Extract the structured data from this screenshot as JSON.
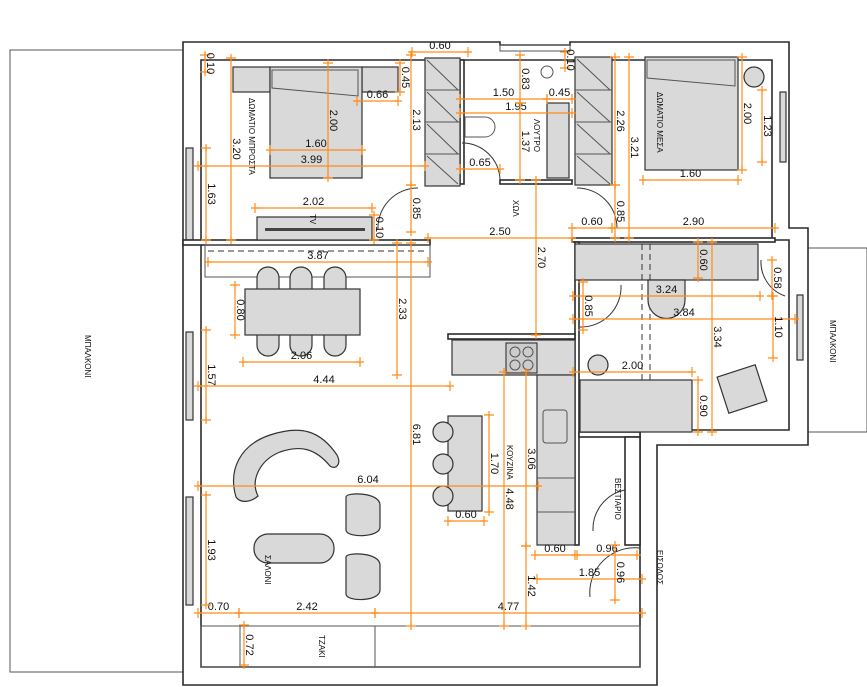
{
  "rooms": {
    "front_bedroom": "ΔΩΜΑΤΙΟ ΜΠΡΟΣΤΑ",
    "inner_bedroom": "ΔΩΜΑΤΙΟ ΜΕΣΑ",
    "bathroom": "ΛΟΥΤΡΟ",
    "hall": "ΧΩΛ",
    "kitchen": "ΚΟΥΖΙΝΑ",
    "living_room": "ΣΑΛΟΝΙ",
    "fireplace": "ΤΖΑΚΙ",
    "wardrobe_room": "ΒΕΣΤΙΑΡΙΟ",
    "entrance": "ΕΙΣΟΔΟΣ",
    "balcony_left": "ΜΠΑΛΚΟΝΙ",
    "balcony_right": "ΜΠΑΛΚΟΝΙ",
    "tv": "TV"
  },
  "colors": {
    "dimension": "#ff8c1a",
    "furniture": "#d9d9d9",
    "wall": "#2b2b2b"
  },
  "dimensions": [
    "0.60",
    "0.66",
    "1.50",
    "0.45",
    "1.95",
    "1.60",
    "3.99",
    "0.65",
    "2.02",
    "2.50",
    "0.60",
    "2.90",
    "1.60",
    "3.87",
    "3.24",
    "3.84",
    "2.06",
    "4.44",
    "2.00",
    "6.04",
    "0.60",
    "0.60",
    "0.96",
    "1.85",
    "0.70",
    "2.42",
    "4.77",
    "0.10",
    "0.45",
    "2.00",
    "0.83",
    "0.10",
    "2.13",
    "1.37",
    "3.20",
    "1.63",
    "0.85",
    "0.10",
    "2.70",
    "2.26",
    "3.21",
    "2.00",
    "1.23",
    "0.85",
    "0.60",
    "0.58",
    "0.85",
    "2.33",
    "0.80",
    "3.34",
    "1.10",
    "1.57",
    "6.81",
    "1.70",
    "3.06",
    "4.48",
    "0.90",
    "1.93",
    "0.96",
    "1.42",
    "0.72"
  ]
}
